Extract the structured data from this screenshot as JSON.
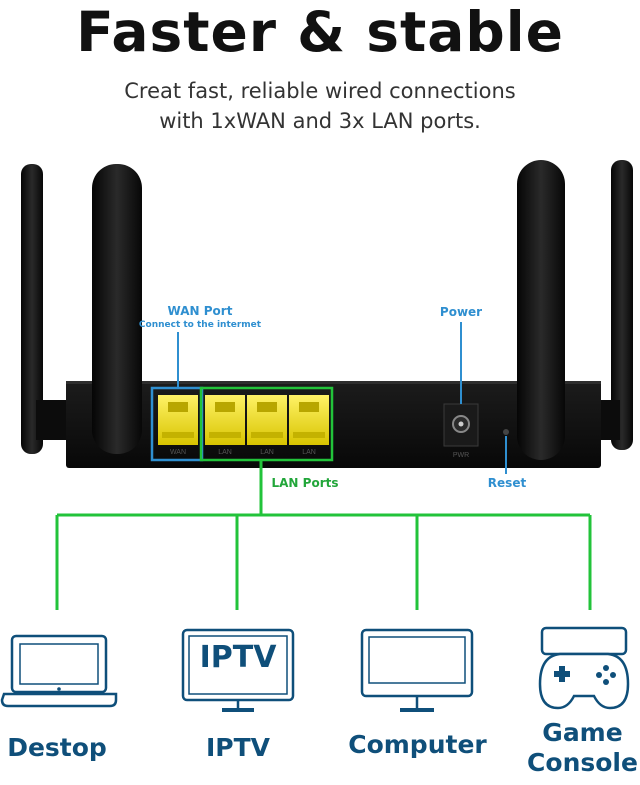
{
  "header": {
    "title": "Faster & stable",
    "subtitle_line1": "Creat fast, reliable wired connections",
    "subtitle_line2": "with 1xWAN and 3x LAN ports."
  },
  "router": {
    "wan_label": "WAN Port",
    "wan_sublabel": "Connect to the intermet",
    "power_label": "Power",
    "lan_label": "LAN Ports",
    "reset_label": "Reset",
    "port_caption_wan": "WAN",
    "port_caption_lan": "LAN",
    "port_caption_power": "PWR"
  },
  "devices": [
    {
      "label": "Destop",
      "icon": "laptop-icon"
    },
    {
      "label": "IPTV",
      "icon": "tv-icon",
      "screen_text": "IPTV"
    },
    {
      "label": "Computer",
      "icon": "monitor-icon"
    },
    {
      "label_line1": "Game",
      "label_line2": "Console",
      "icon": "gamepad-icon"
    }
  ],
  "colors": {
    "wan_accent": "#2f8fd0",
    "lan_accent": "#22c33a",
    "port_yellow": "#f4e014",
    "device_text": "#0f4f7a",
    "router_body": "#111111"
  }
}
